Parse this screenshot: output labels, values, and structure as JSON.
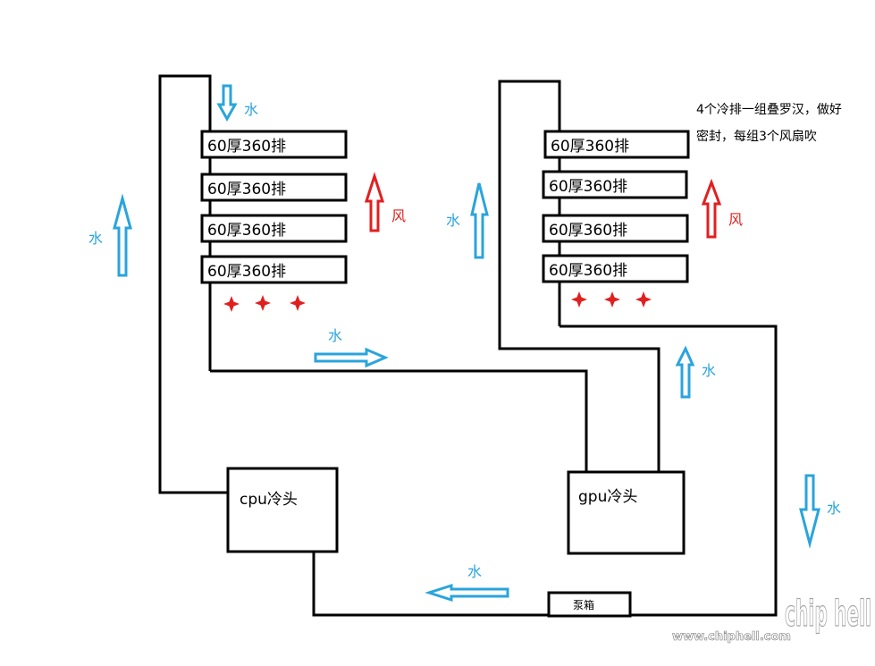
{
  "colors": {
    "line": "#000000",
    "water": "#2aa4dc",
    "wind": "#e02020",
    "text": "#000000"
  },
  "left_stack": {
    "radiators": [
      "60厚360排",
      "60厚360排",
      "60厚360排",
      "60厚360排"
    ],
    "water_label_top": "水",
    "wind_label": "风"
  },
  "right_stack": {
    "radiators": [
      "60厚360排",
      "60厚360排",
      "60厚360排",
      "60厚360排"
    ],
    "wind_label": "风"
  },
  "note": {
    "line1": "4个冷排一组叠罗汉，做好",
    "line2": "密封，每组3个风扇吹"
  },
  "labels": {
    "water_left_up": "水",
    "water_mid_right": "水",
    "water_center_up": "水",
    "water_right_up": "水",
    "water_right_down": "水",
    "water_bottom_left": "水"
  },
  "components": {
    "cpu_block": "cpu冷头",
    "gpu_block": "gpu冷头",
    "pump_box": "泵箱"
  },
  "watermark": {
    "logo": "chip hell",
    "url": "www.chiphell.com"
  }
}
